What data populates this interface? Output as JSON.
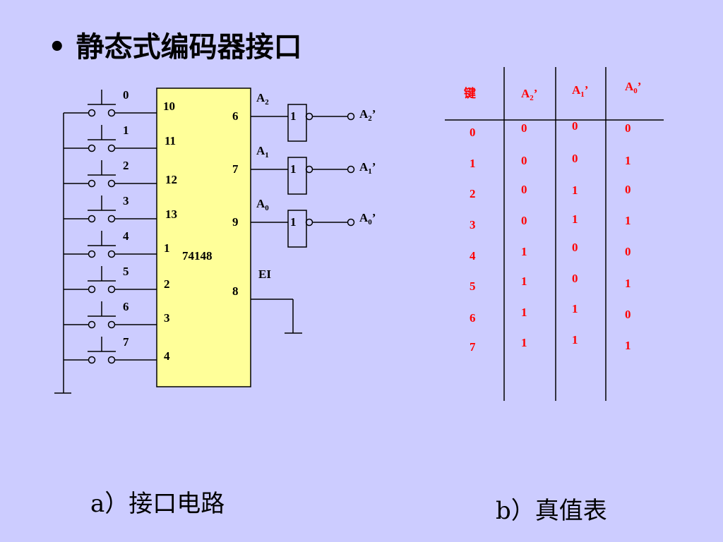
{
  "title": "静态式编码器接口",
  "colors": {
    "background": "#ccccff",
    "chip_fill": "#ffff99",
    "truth_values": "#ff0000",
    "wire": "#000000"
  },
  "circuit": {
    "keys": [
      "0",
      "1",
      "2",
      "3",
      "4",
      "5",
      "6",
      "7"
    ],
    "chip_label": "74148",
    "chip_input_pins": [
      "10",
      "11",
      "12",
      "13",
      "1",
      "2",
      "3",
      "4"
    ],
    "chip_output_pins": [
      "6",
      "7",
      "9",
      "8"
    ],
    "output_signals": [
      {
        "name": "A",
        "sub": "2"
      },
      {
        "name": "A",
        "sub": "1"
      },
      {
        "name": "A",
        "sub": "0"
      }
    ],
    "enable_label": "EI",
    "inverter_label": "1",
    "inverted_outputs": [
      {
        "name": "A",
        "sub": "2",
        "suffix": "’"
      },
      {
        "name": "A",
        "sub": "1",
        "suffix": "’"
      },
      {
        "name": "A",
        "sub": "0",
        "suffix": "’"
      }
    ]
  },
  "truth_table": {
    "headers": [
      {
        "text": "键"
      },
      {
        "name": "A",
        "sub": "2",
        "suffix": "’"
      },
      {
        "name": "A",
        "sub": "1",
        "suffix": "’"
      },
      {
        "name": "A",
        "sub": "0",
        "suffix": "’"
      }
    ],
    "rows": [
      [
        "0",
        "0",
        "0",
        "0"
      ],
      [
        "1",
        "0",
        "0",
        "1"
      ],
      [
        "2",
        "0",
        "1",
        "0"
      ],
      [
        "3",
        "0",
        "1",
        "1"
      ],
      [
        "4",
        "1",
        "0",
        "0"
      ],
      [
        "5",
        "1",
        "0",
        "1"
      ],
      [
        "6",
        "1",
        "1",
        "0"
      ],
      [
        "7",
        "1",
        "1",
        "1"
      ]
    ]
  },
  "captions": {
    "left": "a）接口电路",
    "right": "b）真值表"
  }
}
